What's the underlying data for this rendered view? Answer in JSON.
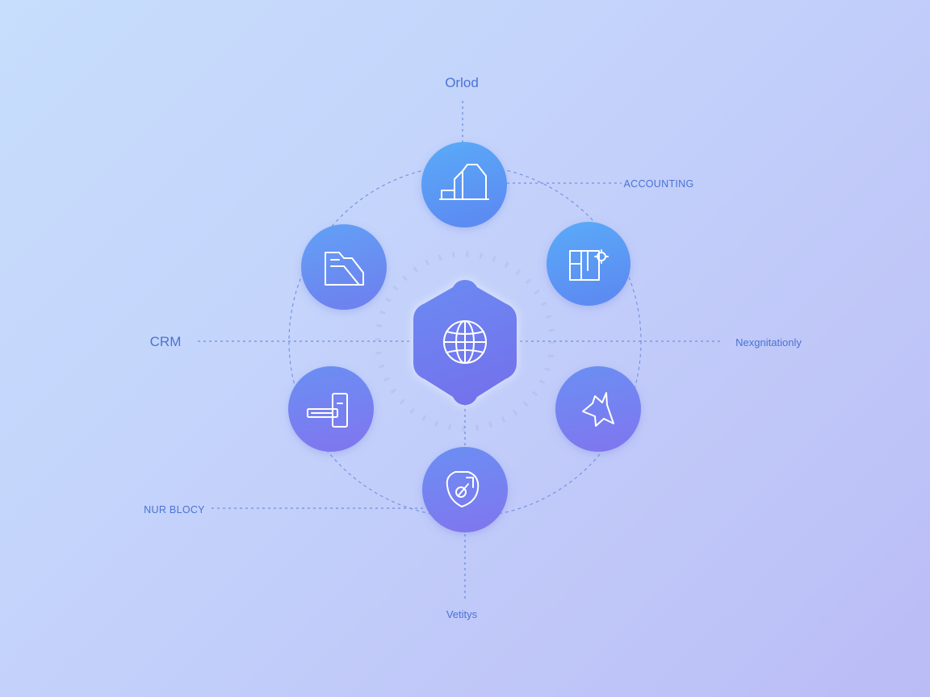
{
  "labels": {
    "top": "Orlod",
    "accounting": "ACCOUNTING",
    "left": "CRM",
    "right": "Nexgnitationly",
    "bottom_left": "NUR BLOCY",
    "bottom": "Vetitys"
  },
  "icons": {
    "hub": "globe-icon",
    "top": "bar-chart-icon",
    "upper_right": "floorplan-gear-icon",
    "lower_right": "star-hand-icon",
    "bottom": "shield-badge-icon",
    "lower_left": "server-plug-icon",
    "upper_left": "folder-icon"
  },
  "colors": {
    "background_start": "#c7defc",
    "background_end": "#babcf6",
    "node_top": "#5aa3f7",
    "node_bottom": "#7f7ef0",
    "hub": "#6d7fee",
    "label": "#4a73d2",
    "guide_line": "#6f8fe0"
  }
}
